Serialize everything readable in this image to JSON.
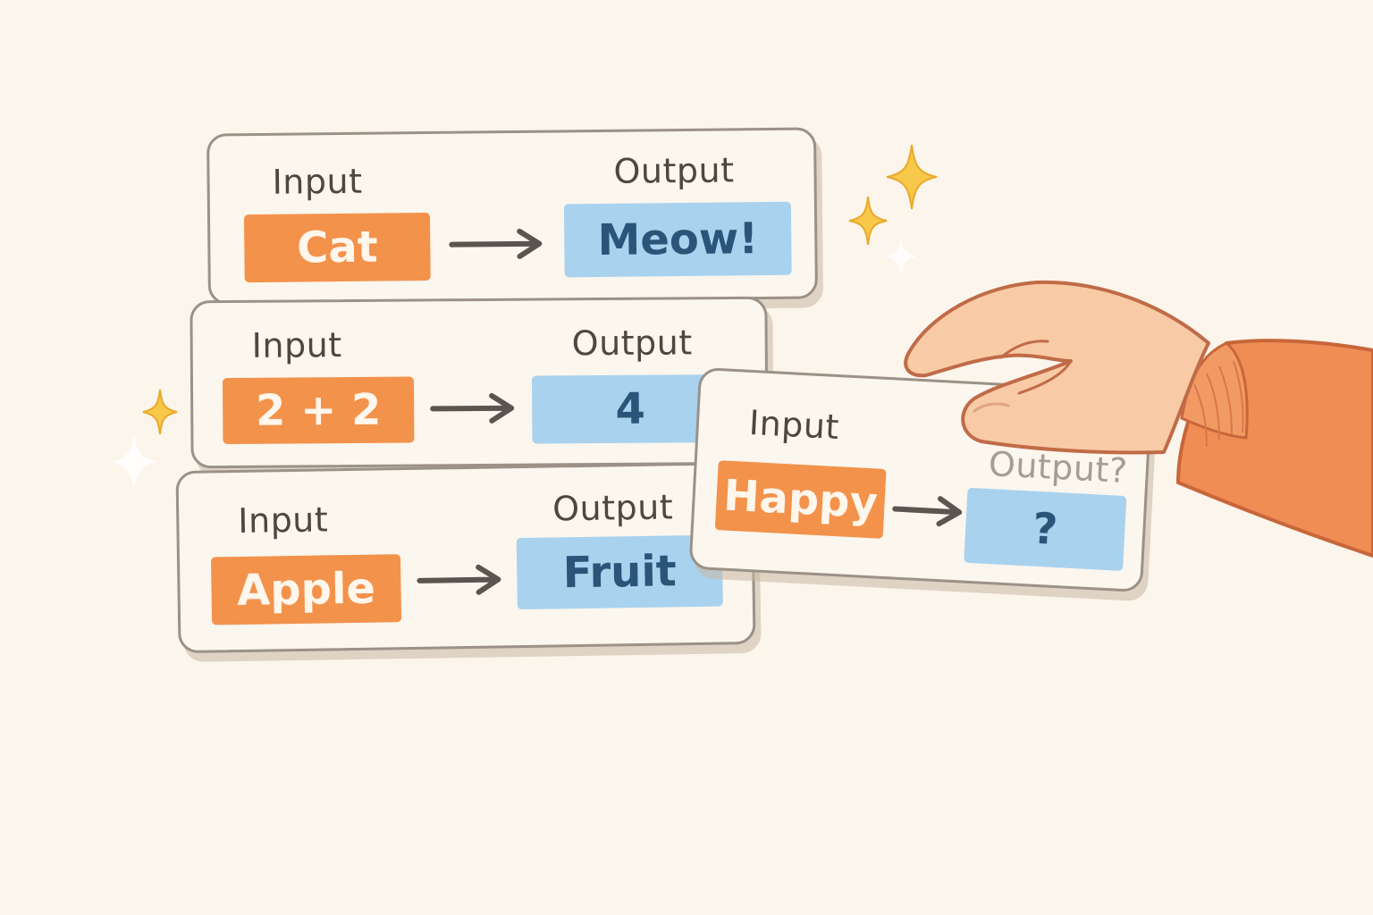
{
  "cards": [
    {
      "input_label": "Input",
      "output_label": "Output",
      "input": "Cat",
      "output": "Meow!"
    },
    {
      "input_label": "Input",
      "output_label": "Output",
      "input": "2 + 2",
      "output": "4"
    },
    {
      "input_label": "Input",
      "output_label": "Output",
      "input": "Apple",
      "output": "Fruit"
    }
  ],
  "query_card": {
    "input_label": "Input",
    "output_label": "Output?",
    "input": "Happy",
    "output": "?"
  },
  "colors": {
    "input_fill": "#f3924b",
    "output_fill": "#a9d2ee",
    "sparkle": "#f7c84a",
    "sleeve": "#ef8d55",
    "skin": "#f8cba6"
  },
  "icons": [
    "arrow-right-icon",
    "sparkle-icon",
    "hand-icon"
  ]
}
